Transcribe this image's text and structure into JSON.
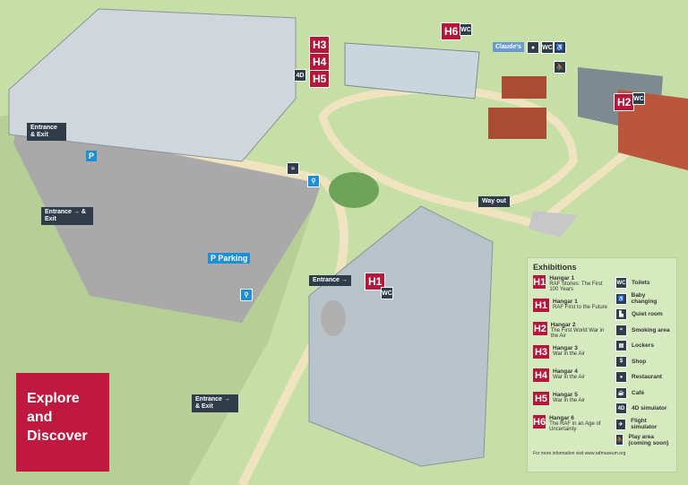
{
  "map": {
    "hangar_tags": {
      "h1": "H1",
      "h2": "H2",
      "h3": "H3",
      "h4": "H4",
      "h5": "H5",
      "h6": "H6"
    },
    "labels": {
      "entrance_exit_top": "Entrance & Exit",
      "entrance_exit_left": "Entrance → & Exit",
      "entrance_exit_bottom": "Entrance → & Exit",
      "entrance_h1": "Entrance →",
      "way_out": "Way out",
      "parking": "Parking",
      "parking_p": "P",
      "parking_p2": "P",
      "claudes": "Claude's"
    },
    "icon_text": {
      "wc": "WC",
      "fourd": "4D"
    }
  },
  "banner": {
    "line1": "Explore",
    "line2": "and",
    "line3": "Discover"
  },
  "legend": {
    "title": "Exhibitions",
    "hangars": [
      {
        "tag": "H1",
        "name": "Hangar 1",
        "desc": "RAF Stories: The First 100 Years"
      },
      {
        "tag": "H1",
        "name": "Hangar 1",
        "desc": "RAF First to the Future"
      },
      {
        "tag": "H2",
        "name": "Hangar 2",
        "desc": "The First World War in the Air"
      },
      {
        "tag": "H3",
        "name": "Hangar 3",
        "desc": "War in the Air"
      },
      {
        "tag": "H4",
        "name": "Hangar 4",
        "desc": "War in the Air"
      },
      {
        "tag": "H5",
        "name": "Hangar 5",
        "desc": "War in the Air"
      },
      {
        "tag": "H6",
        "name": "Hangar 6",
        "desc": "The RAF in an Age of Uncertainty"
      }
    ],
    "facilities": [
      {
        "icon": "toilets-icon",
        "glyph": "WC",
        "label": "Toilets"
      },
      {
        "icon": "baby-changing-icon",
        "glyph": "♿",
        "label": "Baby changing"
      },
      {
        "icon": "quiet-room-icon",
        "glyph": "▙",
        "label": "Quiet room"
      },
      {
        "icon": "smoking-area-icon",
        "glyph": "≈",
        "label": "Smoking area"
      },
      {
        "icon": "lockers-icon",
        "glyph": "▤",
        "label": "Lockers"
      },
      {
        "icon": "shop-icon",
        "glyph": "$",
        "label": "Shop"
      },
      {
        "icon": "restaurant-icon",
        "glyph": "●",
        "label": "Restaurant"
      },
      {
        "icon": "cafe-icon",
        "glyph": "☕",
        "label": "Café"
      },
      {
        "icon": "4d-simulator-icon",
        "glyph": "4D",
        "label": "4D simulator"
      },
      {
        "icon": "flight-simulator-icon",
        "glyph": "✈",
        "label": "Flight simulator"
      },
      {
        "icon": "play-area-icon",
        "glyph": "⛹",
        "label": "Play area (coming soon)"
      }
    ],
    "footer": "For more information visit www.rafmuseum.org"
  },
  "colors": {
    "grass": "#c5dfa6",
    "path": "#efe3c0",
    "hangar_tag": "#b5173a",
    "icon": "#2f3d4a",
    "banner": "#c0193f"
  }
}
